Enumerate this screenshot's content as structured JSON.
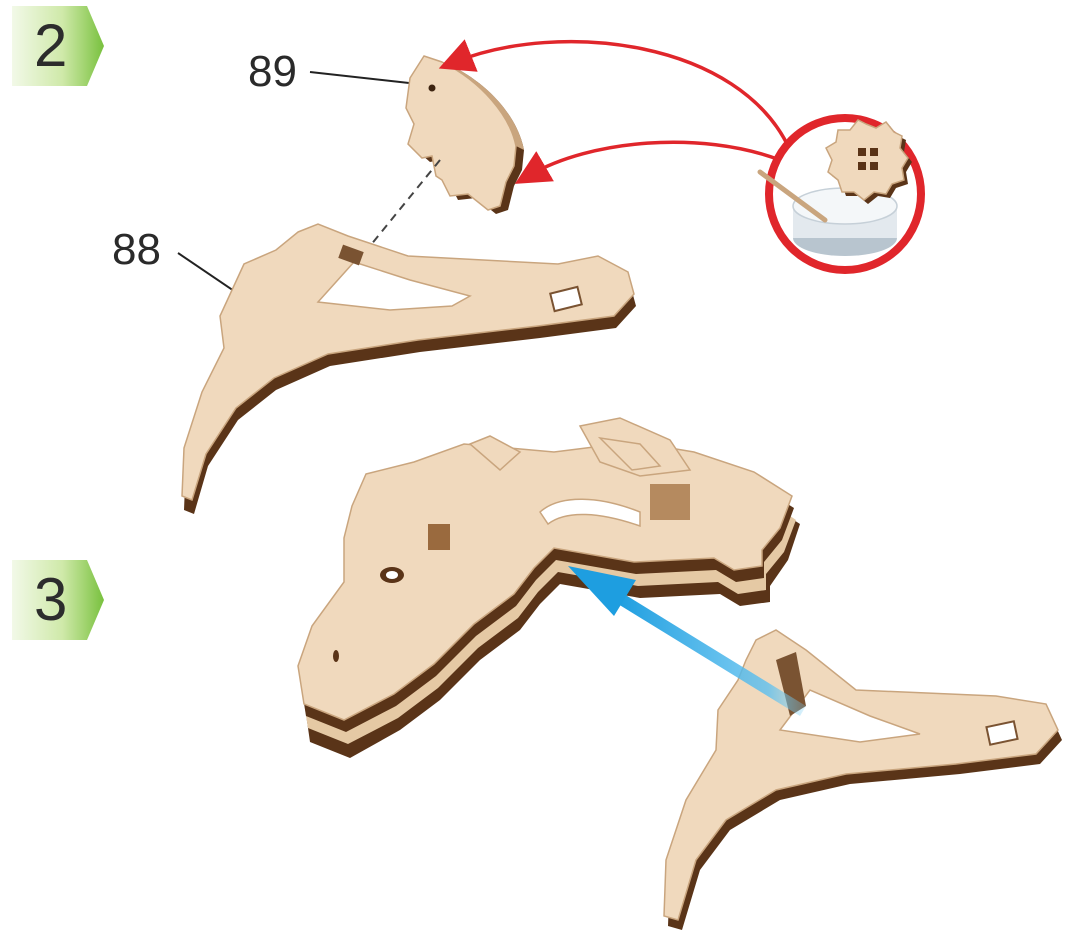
{
  "steps": [
    {
      "number": "2"
    },
    {
      "number": "3"
    }
  ],
  "callouts": {
    "part_top": "89",
    "part_stand": "88"
  },
  "colors": {
    "wood_face": "#f0d9bd",
    "wood_edge_light": "#c9a57e",
    "wood_edge_dark": "#5a3418",
    "arrow_red": "#e0262b",
    "arrow_blue": "#2fa8e4",
    "badge_green_light": "#d9efb8",
    "badge_green_dark": "#7cc242"
  },
  "icons": [
    "glue-pot-icon",
    "gear-icon",
    "red-arrow-icon",
    "blue-arrow-icon"
  ]
}
